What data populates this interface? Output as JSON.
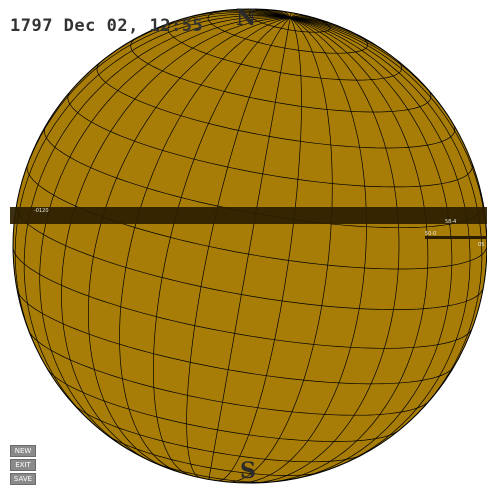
{
  "header": {
    "timestamp": "1797 Dec 02, 12:55"
  },
  "poles": {
    "north": "N",
    "south": "S"
  },
  "band_labels": {
    "left": "-0120",
    "right_top": "58-4",
    "right_mid": "50-0",
    "right_edge": "05"
  },
  "controls": {
    "new_label": "NEW",
    "exit_label": "EXIT",
    "save_label": "SAVE"
  },
  "colors": {
    "surface": "#a87d07",
    "grid": "#000000",
    "band": "#2b1d00",
    "background": "#ffffff"
  }
}
